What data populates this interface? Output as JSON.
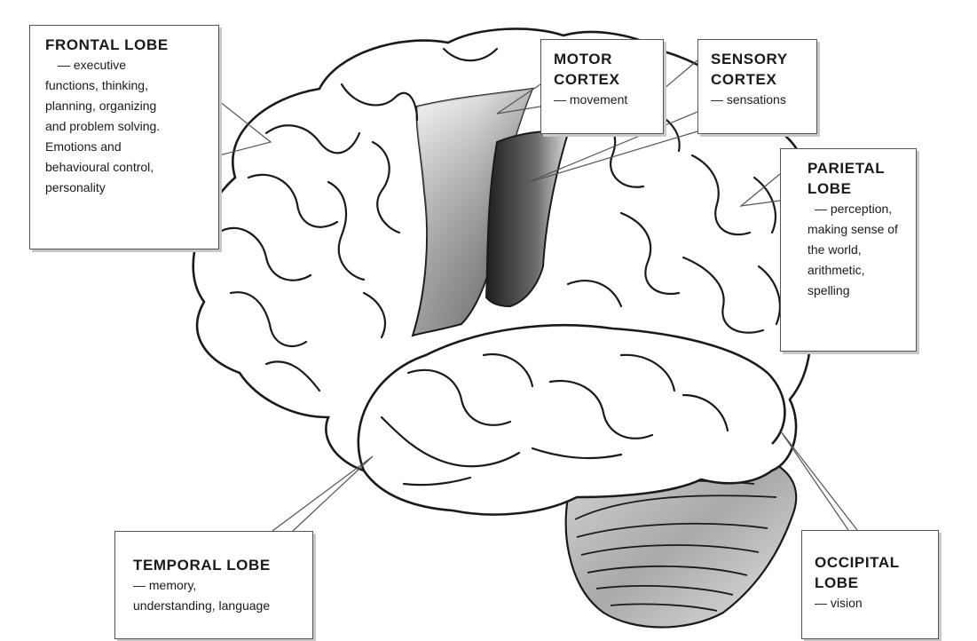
{
  "labels": {
    "frontal": {
      "title": "FRONTAL LOBE",
      "lines": [
        "— executive",
        "functions, thinking,",
        "planning, organizing",
        "and problem solving.",
        "Emotions and",
        "behavioural control,",
        "personality"
      ]
    },
    "motor": {
      "title_lines": [
        "MOTOR",
        "CORTEX"
      ],
      "lines": [
        "— movement"
      ]
    },
    "sensory": {
      "title_lines": [
        "SENSORY",
        "CORTEX"
      ],
      "lines": [
        "— sensations"
      ]
    },
    "parietal": {
      "title_lines": [
        "PARIETAL",
        "LOBE"
      ],
      "lines": [
        "— perception,",
        "making sense of",
        "the world,",
        "arithmetic,",
        "spelling"
      ]
    },
    "temporal": {
      "title": "TEMPORAL LOBE",
      "lines": [
        "— memory,",
        "understanding, language"
      ]
    },
    "occipital": {
      "title_lines": [
        "OCCIPITAL",
        "LOBE"
      ],
      "lines": [
        "— vision"
      ]
    }
  },
  "colors": {
    "outline": "#1a1a1a",
    "motor_cortex_shade": "#6e6e6e",
    "sensory_cortex_shade": "#3a3a3a",
    "cerebellum_shade": "#9a9a9a"
  }
}
